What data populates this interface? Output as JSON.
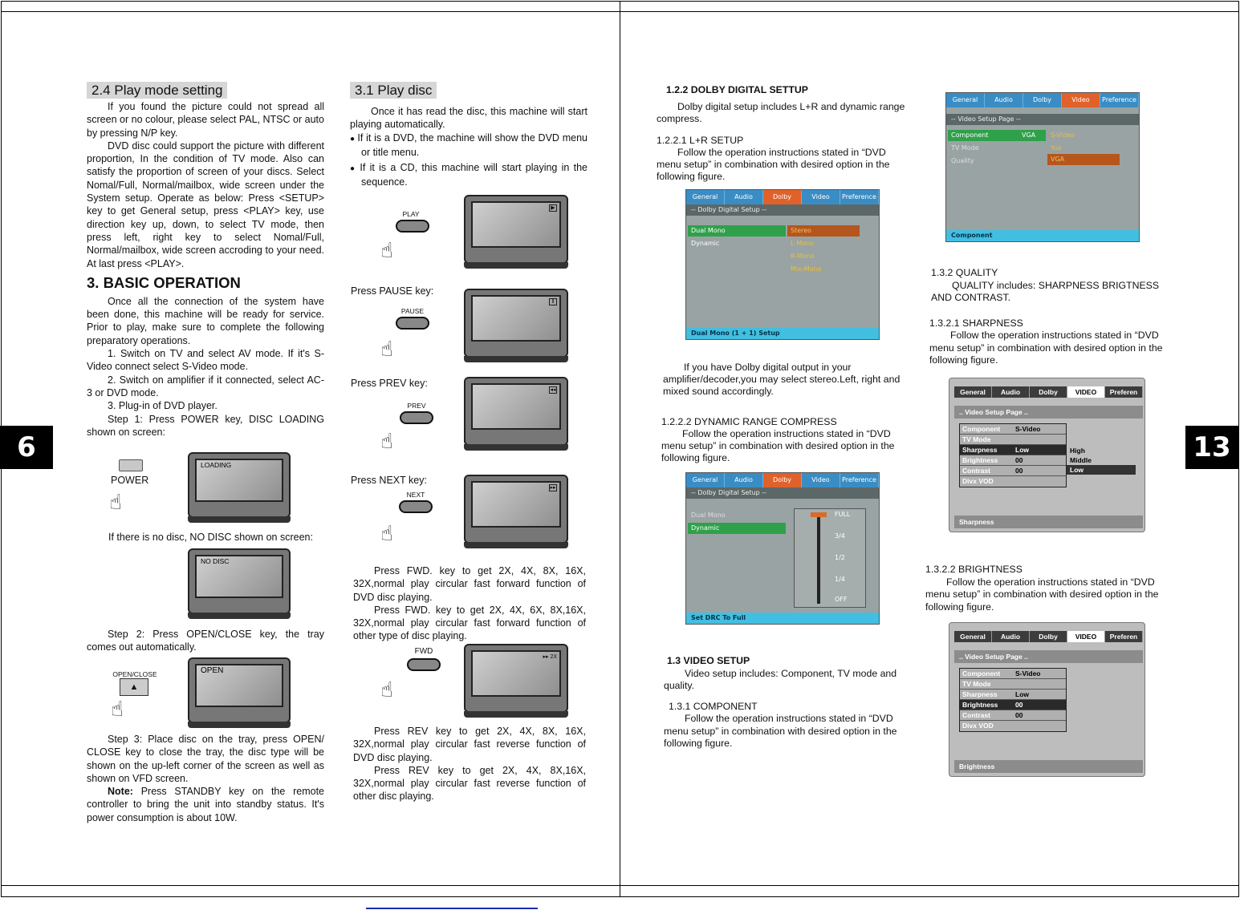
{
  "page_numbers": {
    "left": "6",
    "right": "13"
  },
  "left": {
    "col1": {
      "heading_play_mode": "2.4  Play mode setting",
      "p1": "If  you found the picture could not spread all screen or no colour, please select PAL, NTSC or auto  by  pressing  N/P key.",
      "p2": "DVD  disc  could  support   the  picture   with different proportion, In the condition of TV mode. Also  can satisfy the proportion of screen of your discs.  Select  Nomal/Full,  Normal/mailbox, wide screen  under  the  System  setup.  Operate  as below:  Press  <SETUP>  key  to  get  General setup,  press  <PLAY> key, use direction key up, down,  to  select  TV  mode, then press left, right key  to  select  Nomal/Full, Normal/mailbox, wide screen   accroding  to  your  need.  At  last press <PLAY>.",
      "heading_basic": "3.  BASIC OPERATION",
      "p3": "Once  all the connection of the system have been done, this machine will be ready for service. Prior to play, make sure to complete the following preparatory operations.",
      "s1": "1.  Switch on TV  and  select AV mode. If it's S-Video connect select S-Video mode.",
      "s2": "2.  Switch on amplifier if it connected, select AC-3 or DVD mode.",
      "s3": "3.  Plug-in of DVD player.",
      "step1": "Step 1: Press POWER key, DISC LOADING shown on screen:",
      "power_label": "POWER",
      "tv_loading": "LOADING",
      "no_disc_caption": "If there is no disc, NO DISC shown on screen:",
      "tv_nodisc": "NO DISC",
      "step2": "Step 2:  Press  OPEN/CLOSE  key,  the tray comes out automatically.",
      "openclose_label": "OPEN/CLOSE",
      "tv_open": "OPEN",
      "step3": "Step 3: Place disc on the tray, press OPEN/ CLOSE key to close the tray, the disc type will be shown on the up-left corner of the screen  as well as shown on VFD screen.",
      "note_label": "Note:",
      "note": " Press  STANDBY  key  on the remote controller to bring the unit into standby status. It's power consumption is about 10W."
    },
    "col2": {
      "heading": "3.1 Play disc",
      "p1": "Once  it  has read the disc, this machine will start playing automatically.",
      "b1": "If  it  is a DVD, the machine will show the DVD menu or title menu.",
      "b2": "If  it  is  a CD, this machine will start playing in the sequence.",
      "play_label": "PLAY",
      "pause_caption": "Press PAUSE key:",
      "pause_label": "PAUSE",
      "prev_caption": "Press PREV key:",
      "prev_label": "PREV",
      "next_caption": "Press NEXT key:",
      "next_label": "NEXT",
      "fwd1": "Press   FWD. key   to   get 2X, 4X, 8X, 16X, 32X,normal  play  circular  fast  forward function of  DVD disc playing.",
      "fwd2": "Press  FWD. key   to  get 2X, 4X, 6X, 8X,16X, 32X,normal  play  circular  fast  forward function of  other type of disc playing.",
      "fwd_label": "FWD",
      "tv_2x": "2X",
      "rev1": "Press  REV  key  to get  2X, 4X, 8X, 16X, 32X,normal  play  circular  fast  reverse function of DVD disc playing.",
      "rev2": "Press  REV  key  to  get  2X, 4X, 8X,16X, 32X,normal  play  circular  fast  reverse function of  other disc playing."
    }
  },
  "right": {
    "col3": {
      "h_dolby": "1.2.2  DOLBY DIGITAL SETTUP",
      "p_dolby": "Dolby digital setup includes L+R and dynamic range compress.",
      "h_lr": "1.2.2.1 L+R SETUP",
      "p_lr": "Follow the operation instructions stated in “DVD menu setup” in combination with desired option in the following figure.",
      "p_lr2": "If you have Dolby digital output in your amplifier/decoder,you may select stereo.Left, right and mixed sound accordingly.",
      "h_drc": "1.2.2.2 DYNAMIC RANGE COMPRESS",
      "p_drc": "Follow the operation instructions stated in “DVD menu setup” in combination with desired option in the following figure.",
      "h_video": "1.3 VIDEO SETUP",
      "p_video": "Video setup includes: Component, TV mode and quality.",
      "h_comp": "1.3.1 COMPONENT",
      "p_comp": "Follow the operation instructions stated in “DVD menu setup” in combination with desired option in the following figure."
    },
    "col4": {
      "h_quality": "1.3.2 QUALITY",
      "p_quality": "QUALITY includes: SHARPNESS BRIGTNESS AND CONTRAST.",
      "h_sharp": "1.3.2.1 SHARPNESS",
      "p_sharp": "Follow the operation instructions stated in “DVD menu setup” in combination with desired option in the following figure.",
      "h_bright": "1.3.2.2 BRIGHTNESS",
      "p_bright": "Follow the operation instructions stated in “DVD menu setup” in combination with desired option in the following figure."
    },
    "menu_tabs": [
      "General",
      "Audio",
      "Dolby",
      "Video",
      "Preference"
    ],
    "dolby_menu1": {
      "sub": "-- Dolby Digital Setup --",
      "row1": "Dual Mono",
      "row2": "Dynamic",
      "opts": [
        "Stereo",
        "L-Mono",
        "R-Mono",
        "Mix-Mono"
      ],
      "foot": "Dual Mono (1 + 1) Setup"
    },
    "dolby_menu2": {
      "sub": "-- Dolby Digital Setup --",
      "row1": "Dual Mono",
      "row2": "Dynamic",
      "levels": [
        "FULL",
        "3/4",
        "1/2",
        "1/4",
        "OFF"
      ],
      "foot": "Set DRC To Full"
    },
    "video_menu": {
      "sub": "-- Video Setup Page --",
      "rows": [
        "Component",
        "TV Mode",
        "Quality"
      ],
      "row1_val": "VGA",
      "opts": [
        "S-Video",
        "Yuv",
        "VGA"
      ],
      "foot": "Component"
    },
    "gray_tabs": [
      "General",
      "Audio",
      "Dolby",
      "VIDEO",
      "Preferen"
    ],
    "gray_tabs2": [
      "General",
      "Audio",
      "Dolby",
      "VIDEO",
      "Preferen"
    ],
    "sharp_menu": {
      "sub": ".. Video Setup Page  ..",
      "rows": [
        [
          "Component",
          "S-Video"
        ],
        [
          "TV Mode",
          ""
        ],
        [
          "Sharpness",
          "Low"
        ],
        [
          "Brightness",
          "00"
        ],
        [
          "Contrast",
          "00"
        ],
        [
          "Divx VOD",
          ""
        ]
      ],
      "opts": [
        "High",
        "Middle",
        "Low"
      ],
      "foot": "Sharpness"
    },
    "bright_menu": {
      "sub": ".. Video Setup Page  ..",
      "rows": [
        [
          "Component",
          "S-Video"
        ],
        [
          "TV Mode",
          ""
        ],
        [
          "Sharpness",
          "Low"
        ],
        [
          "Brightness",
          "00"
        ],
        [
          "Contrast",
          "00"
        ],
        [
          "Divx VOD",
          ""
        ]
      ],
      "foot": "Brightness"
    }
  }
}
